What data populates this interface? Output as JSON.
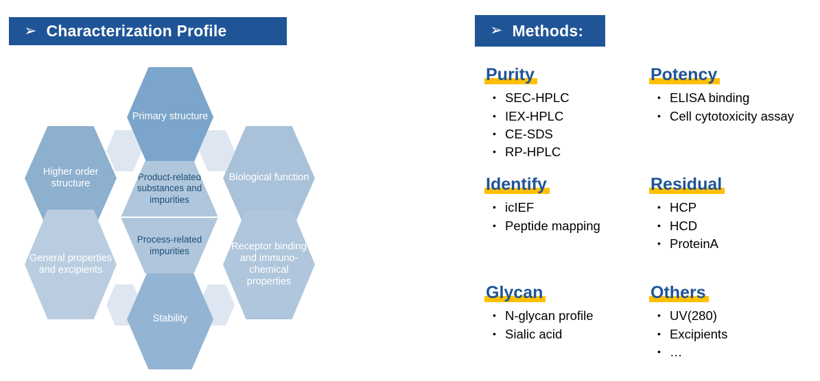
{
  "headers": {
    "arrow_glyph": "➢",
    "characterization": {
      "title": "Characterization Profile",
      "bar_color": "#1F5497"
    },
    "methods": {
      "title": "Methods:",
      "bar_color": "#1F5497"
    }
  },
  "diagram": {
    "name": "characterization-profile-hexagons",
    "colors": {
      "dark_blue": "#7BA5CA",
      "mid_blue": "#93B4D3",
      "light_blue": "#AFC6DC",
      "pale_blue": "#C6D6E6",
      "very_pale_blue": "#DEE7F1",
      "center_text": "#1F4E79"
    },
    "outer_hexagons": [
      {
        "id": "primary-structure",
        "label": "Primary structure"
      },
      {
        "id": "biological-function",
        "label": "Biological function"
      },
      {
        "id": "receptor-binding",
        "label": "Receptor binding and immuno-chemical properties"
      },
      {
        "id": "stability",
        "label": "Stability"
      },
      {
        "id": "general-properties",
        "label": "General properties and excipients"
      },
      {
        "id": "higher-order-structure",
        "label": "Higher order structure"
      }
    ],
    "center_hexagon": {
      "top_label": "Product-related substances and impurities",
      "bottom_label": "Process-related impurities"
    }
  },
  "methods": {
    "highlight_color": "#FFC000",
    "heading_color": "#1F5497",
    "groups": [
      {
        "id": "purity",
        "heading": "Purity",
        "items": [
          "SEC-HPLC",
          "IEX-HPLC",
          "CE-SDS",
          "RP-HPLC"
        ]
      },
      {
        "id": "potency",
        "heading": "Potency",
        "items": [
          "ELISA binding",
          "Cell cytotoxicity assay"
        ]
      },
      {
        "id": "identify",
        "heading": "Identify",
        "items": [
          "icIEF",
          "Peptide mapping"
        ]
      },
      {
        "id": "residual",
        "heading": "Residual",
        "items": [
          "HCP",
          "HCD",
          "ProteinA"
        ]
      },
      {
        "id": "glycan",
        "heading": "Glycan",
        "items": [
          "N-glycan profile",
          "Sialic acid"
        ]
      },
      {
        "id": "others",
        "heading": "Others",
        "items": [
          "UV(280)",
          "Excipients",
          "…"
        ]
      }
    ]
  }
}
